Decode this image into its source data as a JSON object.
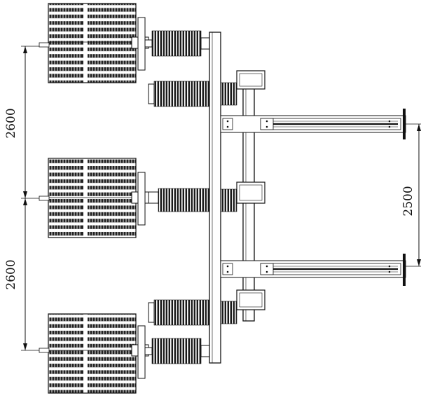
{
  "dimensions": {
    "left_upper": "2600",
    "left_lower": "2600",
    "right": "2500"
  },
  "colors": {
    "line": "#111111",
    "background": "#ffffff"
  }
}
